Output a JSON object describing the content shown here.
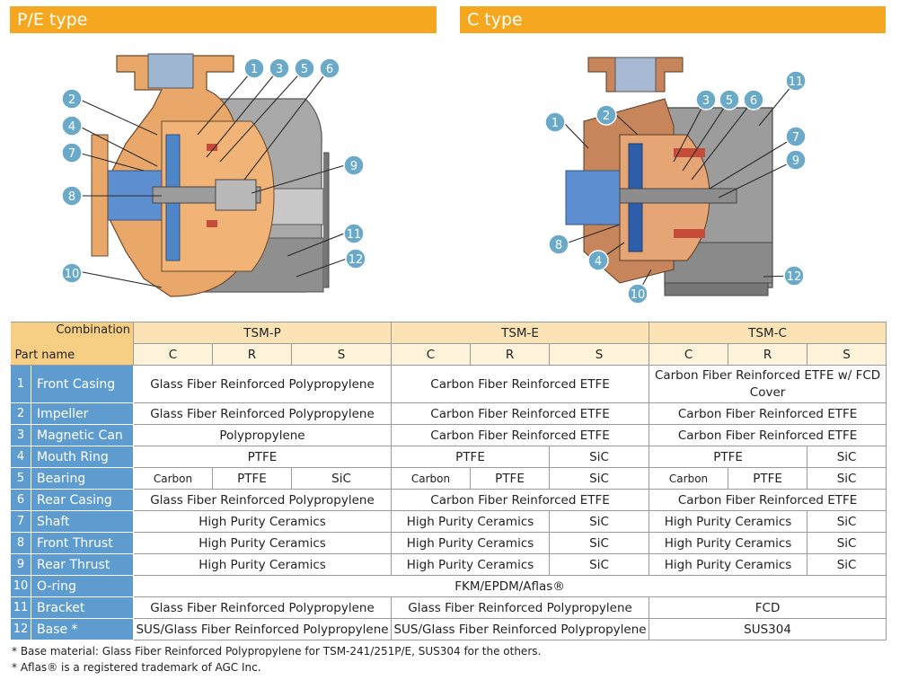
{
  "headers": {
    "pe_type": "P/E type",
    "c_type": "C type"
  },
  "callouts": {
    "pe": [
      "1",
      "2",
      "3",
      "4",
      "5",
      "6",
      "7",
      "8",
      "9",
      "10",
      "11",
      "12"
    ],
    "c": [
      "1",
      "2",
      "3",
      "4",
      "5",
      "6",
      "7",
      "8",
      "9",
      "10",
      "11",
      "12"
    ]
  },
  "table": {
    "corner_top": "Combination",
    "corner_bottom": "Part name",
    "models": [
      "TSM-P",
      "TSM-E",
      "TSM-C"
    ],
    "grades": [
      "C",
      "R",
      "S"
    ],
    "rows": [
      {
        "num": "1",
        "name": "Front Casing",
        "p": "Glass Fiber Reinforced Polypropylene",
        "e": "Carbon Fiber Reinforced ETFE",
        "c": "Carbon Fiber Reinforced ETFE w/ FCD Cover"
      },
      {
        "num": "2",
        "name": "Impeller",
        "p": "Glass Fiber Reinforced Polypropylene",
        "e": "Carbon Fiber Reinforced ETFE",
        "c": "Carbon Fiber Reinforced ETFE"
      },
      {
        "num": "3",
        "name": "Magnetic Can",
        "p": "Polypropylene",
        "e": "Carbon Fiber Reinforced ETFE",
        "c": "Carbon Fiber Reinforced ETFE"
      },
      {
        "num": "4",
        "name": "Mouth Ring",
        "p": "PTFE",
        "e_cr": "PTFE",
        "e_s": "SiC",
        "c_cr": "PTFE",
        "c_s": "SiC"
      },
      {
        "num": "5",
        "name": "Bearing",
        "p_c": "Carbon",
        "p_r": "PTFE",
        "p_s": "SiC",
        "e_c": "Carbon",
        "e_r": "PTFE",
        "e_s": "SiC",
        "c_c": "Carbon",
        "c_r": "PTFE",
        "c_s": "SiC"
      },
      {
        "num": "6",
        "name": "Rear Casing",
        "p": "Glass Fiber Reinforced Polypropylene",
        "e": "Carbon Fiber Reinforced ETFE",
        "c": "Carbon Fiber Reinforced ETFE"
      },
      {
        "num": "7",
        "name": "Shaft",
        "p": "High Purity Ceramics",
        "e_cr": "High Purity Ceramics",
        "e_s": "SiC",
        "c_cr": "High Purity Ceramics",
        "c_s": "SiC"
      },
      {
        "num": "8",
        "name": "Front Thrust",
        "p": "High Purity Ceramics",
        "e_cr": "High Purity Ceramics",
        "e_s": "SiC",
        "c_cr": "High Purity Ceramics",
        "c_s": "SiC"
      },
      {
        "num": "9",
        "name": "Rear Thrust",
        "p": "High Purity Ceramics",
        "e_cr": "High Purity Ceramics",
        "e_s": "SiC",
        "c_cr": "High Purity Ceramics",
        "c_s": "SiC"
      },
      {
        "num": "10",
        "name": "O-ring",
        "all": "FKM/EPDM/Aflas®"
      },
      {
        "num": "11",
        "name": "Bracket",
        "p": "Glass Fiber Reinforced Polypropylene",
        "e": "Glass Fiber Reinforced Polypropylene",
        "c": "FCD"
      },
      {
        "num": "12",
        "name": "Base *",
        "p": "SUS/Glass Fiber Reinforced Polypropylene",
        "e": "SUS/Glass Fiber Reinforced Polypropylene",
        "c": "SUS304"
      }
    ]
  },
  "notes": [
    "* Base material: Glass Fiber Reinforced Polypropylene for TSM-241/251P/E, SUS304 for the others.",
    "* Aflas® is a registered trademark of AGC Inc."
  ],
  "colors": {
    "header_orange": "#f5a81f",
    "part_blue": "#5e9ccf",
    "casing_tan": "#e9a86a",
    "liquid_blue": "#4f86c8",
    "metal_gray": "#9c9c9c"
  }
}
